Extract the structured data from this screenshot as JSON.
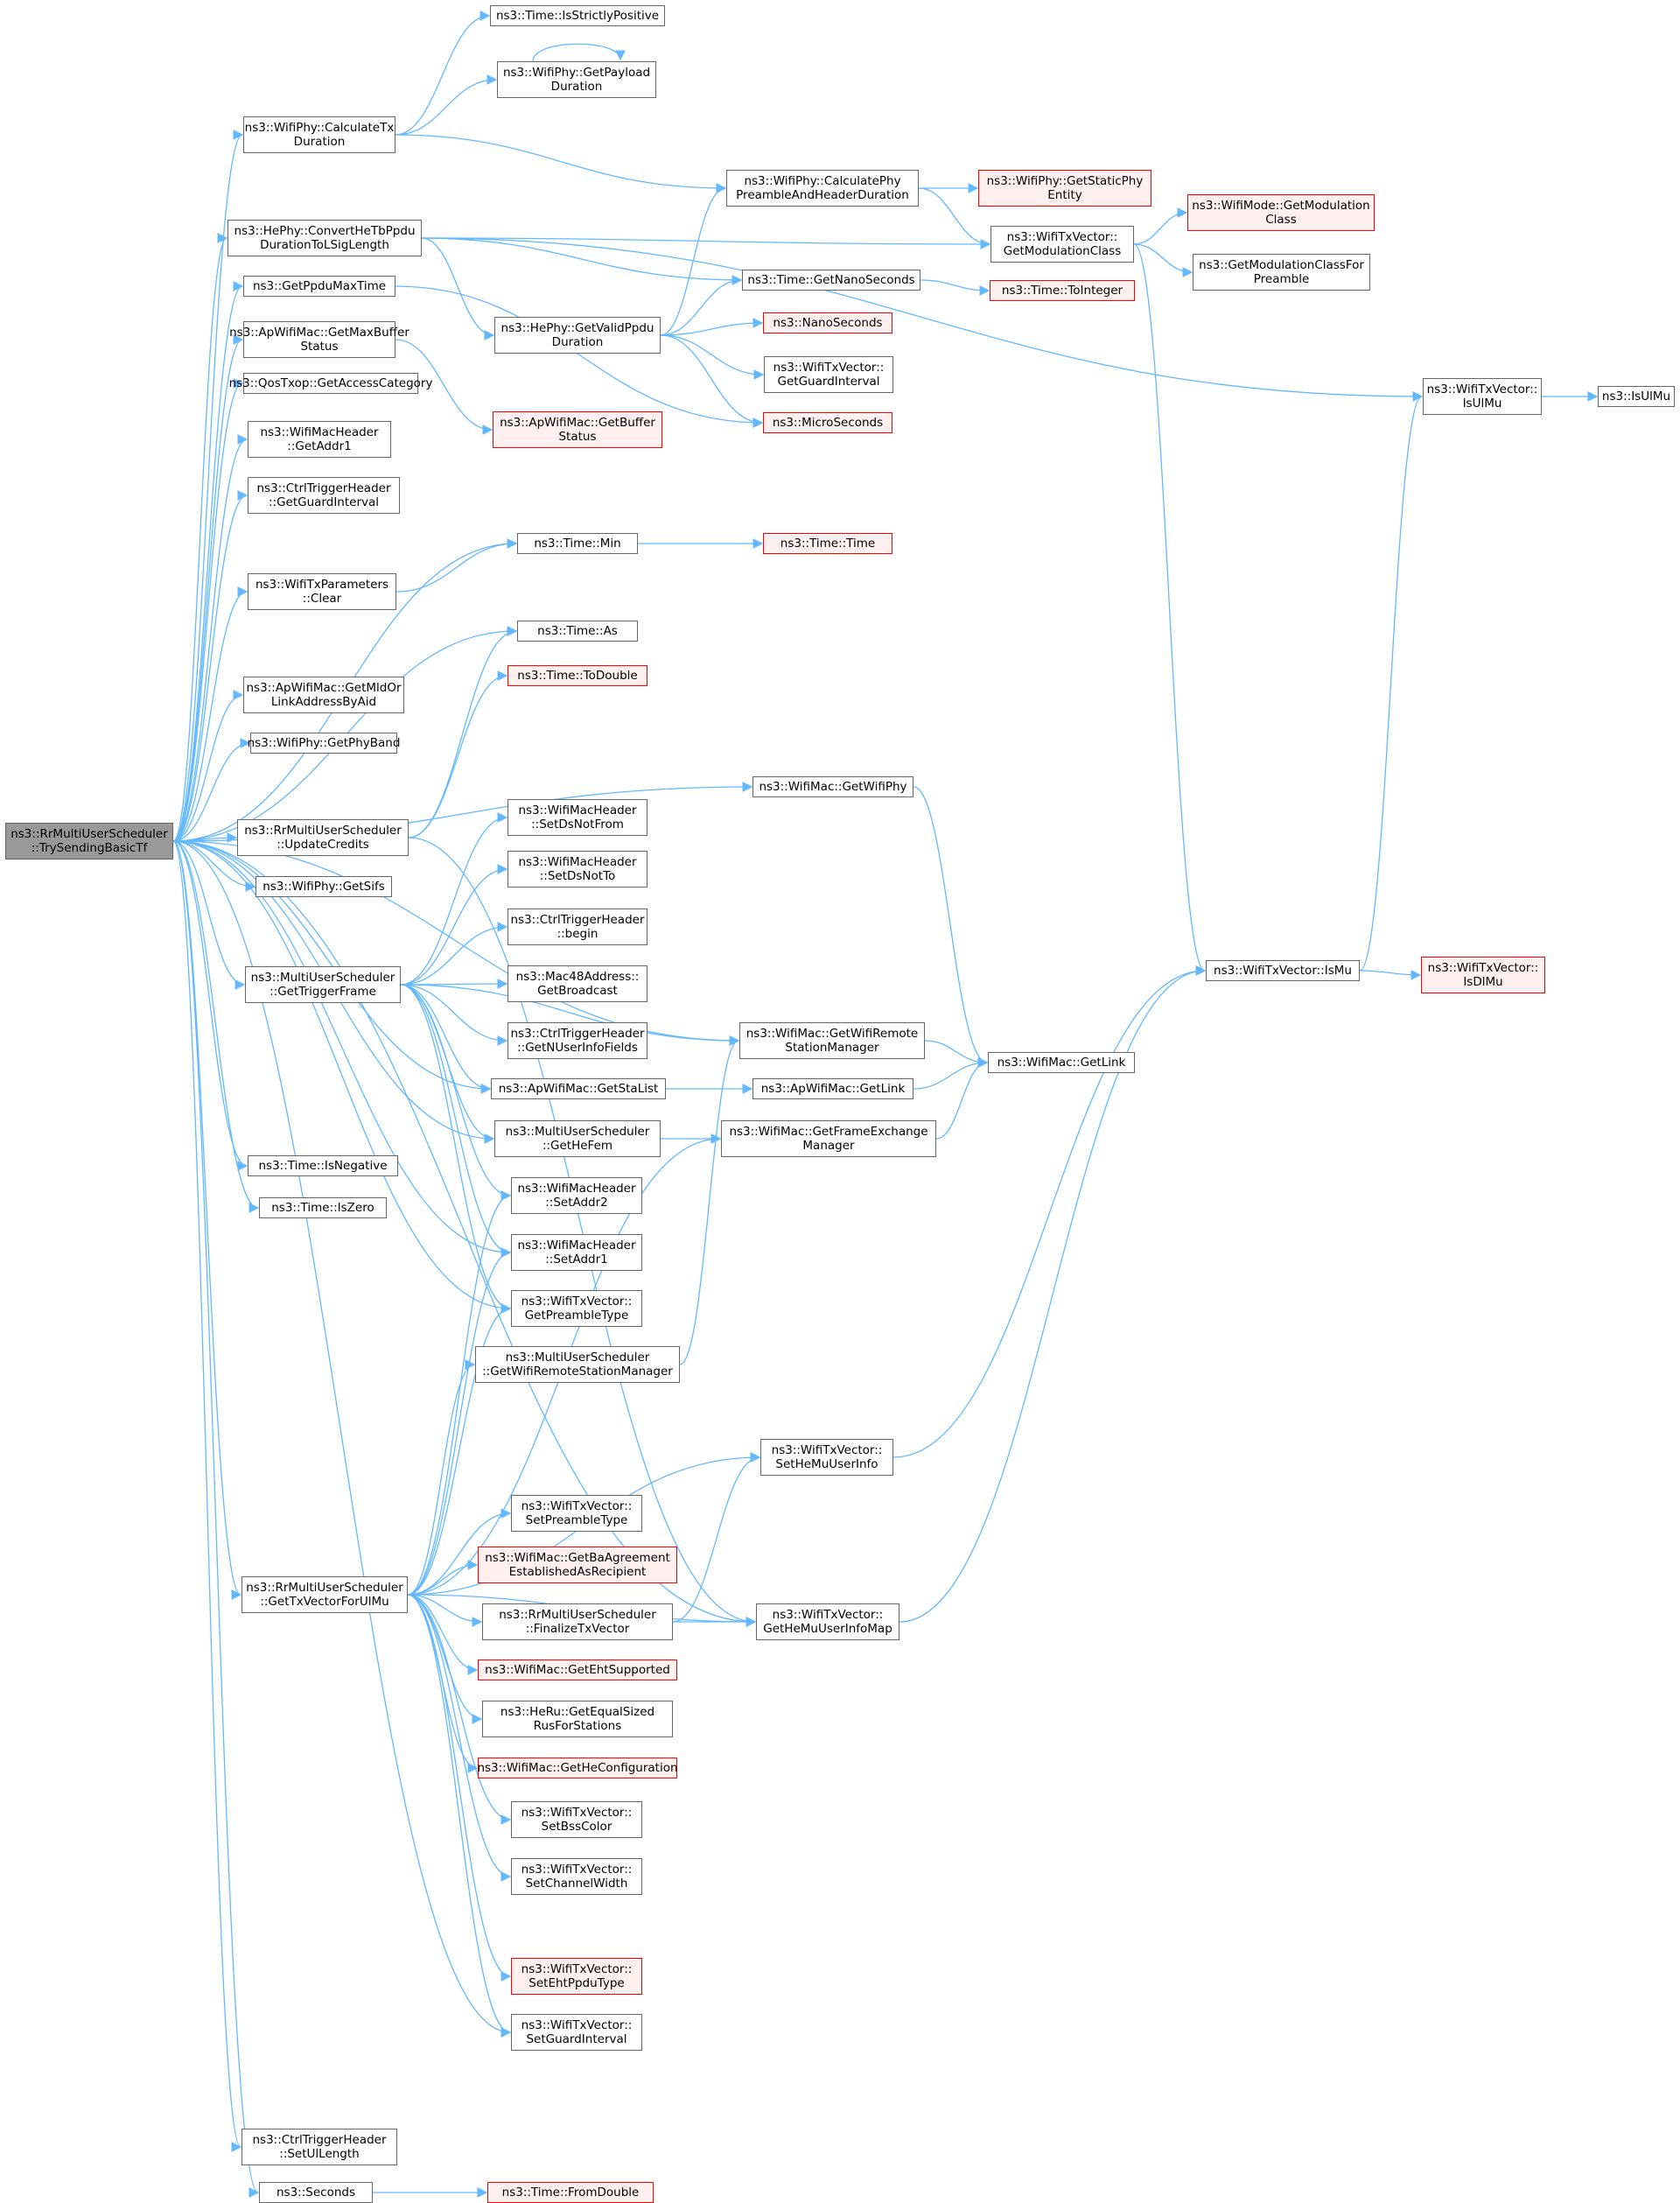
{
  "colors": {
    "edge": "#63b8ff",
    "node_border": "#666666",
    "root_fill": "#999999",
    "red_border": "#ff0000",
    "red_fill": "#fff0f0"
  },
  "nodes": [
    {
      "id": "root",
      "lines": [
        "ns3::RrMultiUserScheduler",
        "::TrySendingBasicTf"
      ],
      "style": "root"
    },
    {
      "id": "calcTx",
      "lines": [
        "ns3::WifiPhy::CalculateTx",
        "Duration"
      ]
    },
    {
      "id": "isStrictPos",
      "lines": [
        "ns3::Time::IsStrictlyPositive"
      ]
    },
    {
      "id": "getPayload",
      "lines": [
        "ns3::WifiPhy::GetPayload",
        "Duration"
      ]
    },
    {
      "id": "convertHe",
      "lines": [
        "ns3::HePhy::ConvertHeTbPpdu",
        "DurationToLSigLength"
      ]
    },
    {
      "id": "calcPhy",
      "lines": [
        "ns3::WifiPhy::CalculatePhy",
        "PreambleAndHeaderDuration"
      ]
    },
    {
      "id": "getStaticPhy",
      "lines": [
        "ns3::WifiPhy::GetStaticPhy",
        "Entity"
      ],
      "style": "red"
    },
    {
      "id": "getModClassMode",
      "lines": [
        "ns3::WifiMode::GetModulation",
        "Class"
      ],
      "style": "red"
    },
    {
      "id": "getModClassVec",
      "lines": [
        "ns3::WifiTxVector::",
        "GetModulationClass"
      ]
    },
    {
      "id": "getModClassFor",
      "lines": [
        "ns3::GetModulationClassFor",
        "Preamble"
      ]
    },
    {
      "id": "getPpduMax",
      "lines": [
        "ns3::GetPpduMaxTime"
      ]
    },
    {
      "id": "getNanoSec",
      "lines": [
        "ns3::Time::GetNanoSeconds"
      ]
    },
    {
      "id": "toInteger",
      "lines": [
        "ns3::Time::ToInteger"
      ],
      "style": "red"
    },
    {
      "id": "getValidPpdu",
      "lines": [
        "ns3::HePhy::GetValidPpdu",
        "Duration"
      ]
    },
    {
      "id": "nanoSeconds",
      "lines": [
        "ns3::NanoSeconds"
      ],
      "style": "red"
    },
    {
      "id": "getMaxBuf",
      "lines": [
        "ns3::ApWifiMac::GetMaxBuffer",
        "Status"
      ]
    },
    {
      "id": "getGuardVec",
      "lines": [
        "ns3::WifiTxVector::",
        "GetGuardInterval"
      ]
    },
    {
      "id": "getAccessCat",
      "lines": [
        "ns3::QosTxop::GetAccessCategory"
      ]
    },
    {
      "id": "getBufStatus",
      "lines": [
        "ns3::ApWifiMac::GetBuffer",
        "Status"
      ],
      "style": "red"
    },
    {
      "id": "microSeconds",
      "lines": [
        "ns3::MicroSeconds"
      ],
      "style": "red"
    },
    {
      "id": "isUlMuVec",
      "lines": [
        "ns3::WifiTxVector::",
        "IsUlMu"
      ]
    },
    {
      "id": "isUlMu",
      "lines": [
        "ns3::IsUlMu"
      ]
    },
    {
      "id": "getAddr1",
      "lines": [
        "ns3::WifiMacHeader",
        "::GetAddr1"
      ]
    },
    {
      "id": "ctrlGuard",
      "lines": [
        "ns3::CtrlTriggerHeader",
        "::GetGuardInterval"
      ]
    },
    {
      "id": "timeMin",
      "lines": [
        "ns3::Time::Min"
      ]
    },
    {
      "id": "timeTime",
      "lines": [
        "ns3::Time::Time"
      ],
      "style": "red"
    },
    {
      "id": "txParamsClear",
      "lines": [
        "ns3::WifiTxParameters",
        "::Clear"
      ]
    },
    {
      "id": "timeAs",
      "lines": [
        "ns3::Time::As"
      ]
    },
    {
      "id": "getMldOr",
      "lines": [
        "ns3::ApWifiMac::GetMldOr",
        "LinkAddressByAid"
      ]
    },
    {
      "id": "toDouble",
      "lines": [
        "ns3::Time::ToDouble"
      ],
      "style": "red"
    },
    {
      "id": "getPhyBand",
      "lines": [
        "ns3::WifiPhy::GetPhyBand"
      ]
    },
    {
      "id": "getWifiPhy",
      "lines": [
        "ns3::WifiMac::GetWifiPhy"
      ]
    },
    {
      "id": "updateCredits",
      "lines": [
        "ns3::RrMultiUserScheduler",
        "::UpdateCredits"
      ]
    },
    {
      "id": "setDsNotFrom",
      "lines": [
        "ns3::WifiMacHeader",
        "::SetDsNotFrom"
      ]
    },
    {
      "id": "getSifs",
      "lines": [
        "ns3::WifiPhy::GetSifs"
      ]
    },
    {
      "id": "setDsNotTo",
      "lines": [
        "ns3::WifiMacHeader",
        "::SetDsNotTo"
      ]
    },
    {
      "id": "ctrlBegin",
      "lines": [
        "ns3::CtrlTriggerHeader",
        "::begin"
      ]
    },
    {
      "id": "isMu",
      "lines": [
        "ns3::WifiTxVector::IsMu"
      ]
    },
    {
      "id": "isDlMu",
      "lines": [
        "ns3::WifiTxVector::",
        "IsDlMu"
      ],
      "style": "red"
    },
    {
      "id": "getTrigger",
      "lines": [
        "ns3::MultiUserScheduler",
        "::GetTriggerFrame"
      ]
    },
    {
      "id": "getBroadcast",
      "lines": [
        "ns3::Mac48Address::",
        "GetBroadcast"
      ]
    },
    {
      "id": "getNUser",
      "lines": [
        "ns3::CtrlTriggerHeader",
        "::GetNUserInfoFields"
      ]
    },
    {
      "id": "getRemoteMgr",
      "lines": [
        "ns3::WifiMac::GetWifiRemote",
        "StationManager"
      ]
    },
    {
      "id": "getLinkMac",
      "lines": [
        "ns3::WifiMac::GetLink"
      ]
    },
    {
      "id": "getStaList",
      "lines": [
        "ns3::ApWifiMac::GetStaList"
      ]
    },
    {
      "id": "getLinkAp",
      "lines": [
        "ns3::ApWifiMac::GetLink"
      ]
    },
    {
      "id": "getHeFem",
      "lines": [
        "ns3::MultiUserScheduler",
        "::GetHeFem"
      ]
    },
    {
      "id": "getFem",
      "lines": [
        "ns3::WifiMac::GetFrameExchange",
        "Manager"
      ]
    },
    {
      "id": "isNegative",
      "lines": [
        "ns3::Time::IsNegative"
      ]
    },
    {
      "id": "setAddr2",
      "lines": [
        "ns3::WifiMacHeader",
        "::SetAddr2"
      ]
    },
    {
      "id": "isZero",
      "lines": [
        "ns3::Time::IsZero"
      ]
    },
    {
      "id": "setAddr1",
      "lines": [
        "ns3::WifiMacHeader",
        "::SetAddr1"
      ]
    },
    {
      "id": "getPreamble",
      "lines": [
        "ns3::WifiTxVector::",
        "GetPreambleType"
      ]
    },
    {
      "id": "musGetRemote",
      "lines": [
        "ns3::MultiUserScheduler",
        "::GetWifiRemoteStationManager"
      ]
    },
    {
      "id": "setHeMu",
      "lines": [
        "ns3::WifiTxVector::",
        "SetHeMuUserInfo"
      ]
    },
    {
      "id": "setPreamble",
      "lines": [
        "ns3::WifiTxVector::",
        "SetPreambleType"
      ]
    },
    {
      "id": "getBaAgree",
      "lines": [
        "ns3::WifiMac::GetBaAgreement",
        "EstablishedAsRecipient"
      ],
      "style": "red"
    },
    {
      "id": "getTxVecUl",
      "lines": [
        "ns3::RrMultiUserScheduler",
        "::GetTxVectorForUlMu"
      ]
    },
    {
      "id": "finalizeTx",
      "lines": [
        "ns3::RrMultiUserScheduler",
        "::FinalizeTxVector"
      ]
    },
    {
      "id": "getHeMuMap",
      "lines": [
        "ns3::WifiTxVector::",
        "GetHeMuUserInfoMap"
      ]
    },
    {
      "id": "getEht",
      "lines": [
        "ns3::WifiMac::GetEhtSupported"
      ],
      "style": "red"
    },
    {
      "id": "getEqualRus",
      "lines": [
        "ns3::HeRu::GetEqualSized",
        "RusForStations"
      ]
    },
    {
      "id": "getHeConfig",
      "lines": [
        "ns3::WifiMac::GetHeConfiguration"
      ],
      "style": "red"
    },
    {
      "id": "setBss",
      "lines": [
        "ns3::WifiTxVector::",
        "SetBssColor"
      ]
    },
    {
      "id": "setChanWidth",
      "lines": [
        "ns3::WifiTxVector::",
        "SetChannelWidth"
      ]
    },
    {
      "id": "setEhtPpdu",
      "lines": [
        "ns3::WifiTxVector::",
        "SetEhtPpduType"
      ],
      "style": "red"
    },
    {
      "id": "setGuard",
      "lines": [
        "ns3::WifiTxVector::",
        "SetGuardInterval"
      ]
    },
    {
      "id": "setUlLen",
      "lines": [
        "ns3::CtrlTriggerHeader",
        "::SetUlLength"
      ]
    },
    {
      "id": "seconds",
      "lines": [
        "ns3::Seconds"
      ]
    },
    {
      "id": "fromDouble",
      "lines": [
        "ns3::Time::FromDouble"
      ],
      "style": "red"
    }
  ]
}
